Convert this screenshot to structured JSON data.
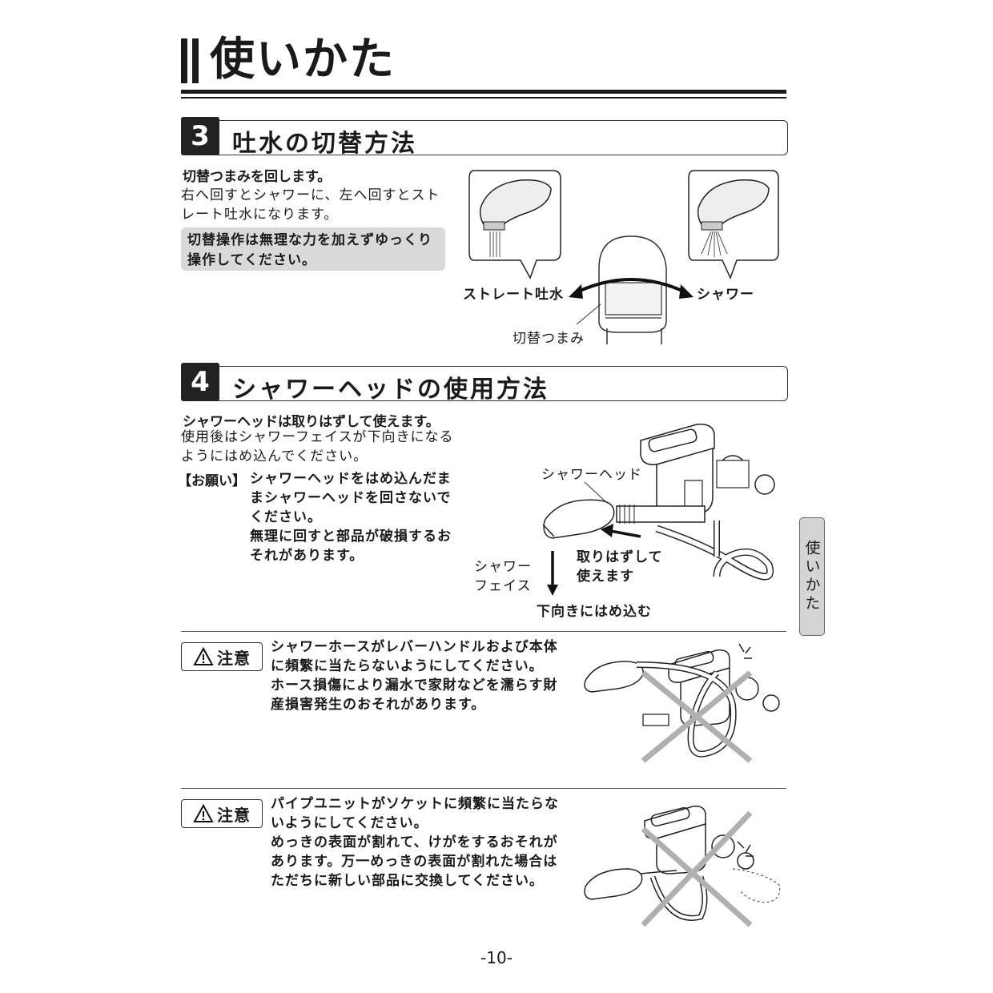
{
  "page": {
    "title": "使いかた",
    "side_tab": "使いかた",
    "page_number": "-10-"
  },
  "section3": {
    "number": "3",
    "title": "吐水の切替方法",
    "lead": "切替つまみを回します。",
    "body_lines": [
      "右へ回すとシャワーに、左へ回すとスト",
      "レート吐水になります。"
    ],
    "note_lines": [
      "切替操作は無理な力を加えずゆっくり",
      "操作してください。"
    ],
    "label_straight": "ストレート吐水",
    "label_shower": "シャワー",
    "label_knob": "切替つまみ"
  },
  "section4": {
    "number": "4",
    "title": "シャワーヘッドの使用方法",
    "lead": "シャワーヘッドは取りはずして使えます。",
    "body_lines": [
      "使用後はシャワーフェイスが下向きになる",
      "ようにはめ込んでください。"
    ],
    "request_tag": "【お願い】",
    "request_lines": [
      "シャワーヘッドをはめ込んだま",
      "まシャワーヘッドを回さないで",
      "ください。",
      "無理に回すと部品が破損するお",
      "それがあります。"
    ],
    "label_head": "シャワーヘッド",
    "label_face_1": "シャワー",
    "label_face_2": "フェイス",
    "label_remove_1": "取りはずして",
    "label_remove_2": "使えます",
    "label_down": "下向きにはめ込む"
  },
  "caution1": {
    "tag": "注意",
    "lines": [
      "シャワーホースがレバーハンドルおよび本体",
      "に頻繁に当たらないようにしてください。",
      "ホース損傷により漏水で家財などを濡らす財",
      "産損害発生のおそれがあります。"
    ]
  },
  "caution2": {
    "tag": "注意",
    "lines": [
      "パイプユニットがソケットに頻繁に当たらな",
      "いようにしてください。",
      "めっきの表面が割れて、けがをするおそれが",
      "あります。万一めっきの表面が割れた場合は",
      "ただちに新しい部品に交換してください。"
    ]
  }
}
